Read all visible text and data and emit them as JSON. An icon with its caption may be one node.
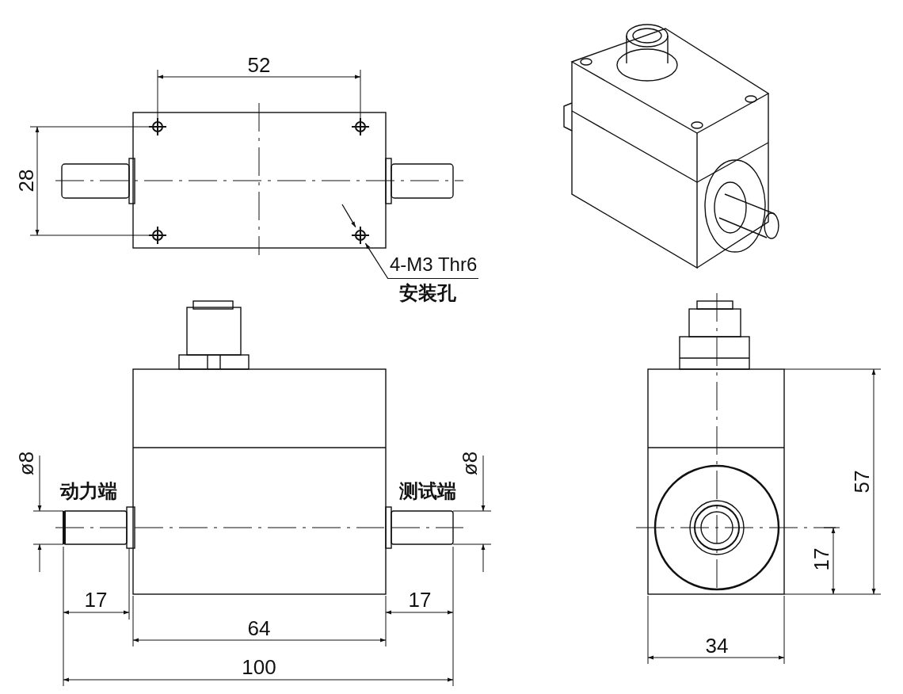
{
  "diagram": {
    "nodes": [
      {
        "text": [
          "4-M3 Thr6",
          "安装孔"
        ]
      },
      {
        "text": [],
        "shape": "circle"
      }
    ],
    "edges": [
      {
        "from": 0,
        "to": 1,
        "arrow": "to"
      },
      {
        "from": null,
        "to": 1,
        "arrow": "to"
      }
    ],
    "labels": [
      "52",
      "28",
      "ø8",
      "动力端",
      "测试端",
      "ø8",
      "57",
      "17",
      "17",
      "17",
      "64",
      "100",
      "34"
    ]
  }
}
